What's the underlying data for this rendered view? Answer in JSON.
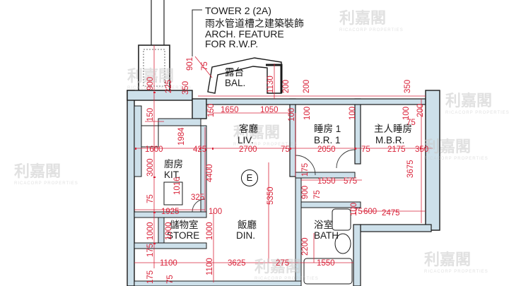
{
  "header": {
    "tower": "TOWER 2 (2A)",
    "note_zh": "雨水管道槽之建築裝飾",
    "note_en1": "ARCH. FEATURE",
    "note_en2": "FOR R.W.P."
  },
  "unit_label": "E",
  "rooms": [
    {
      "key": "balcony",
      "zh": "露台",
      "en": "BAL."
    },
    {
      "key": "living",
      "zh": "客廳",
      "en": "LIV."
    },
    {
      "key": "bedroom1",
      "zh": "睡房 1",
      "en": "B.R. 1"
    },
    {
      "key": "master_bedroom",
      "zh": "主人睡房",
      "en": "M.B.R."
    },
    {
      "key": "kitchen",
      "zh": "廚房",
      "en": "KIT."
    },
    {
      "key": "store",
      "zh": "儲物室",
      "en": "STORE"
    },
    {
      "key": "dining",
      "zh": "飯廳",
      "en": "DIN."
    },
    {
      "key": "bathroom",
      "zh": "浴室",
      "en": "BATH"
    }
  ],
  "dimensions": {
    "d900_left": "900",
    "d225_left": "225",
    "d350_left": "350",
    "d901": "901",
    "d75_top": "75",
    "d1130": "1130",
    "d200_a": "200",
    "d100_a": "100",
    "d200_b": "200",
    "d350_top": "350",
    "d150": "150",
    "d1650": "1650",
    "d1050": "1050",
    "d100_b": "100",
    "d100_c": "100",
    "d100_d": "100",
    "d200_c": "200",
    "d75_mbr": "75",
    "d1984": "1984",
    "d1600": "1600",
    "d425": "425",
    "d2700": "2700",
    "d75_a": "75",
    "d2050": "2050",
    "d75_b": "75",
    "d2175": "2175",
    "d350_r": "350",
    "d3000": "3000",
    "d4400": "4400",
    "d175_a": "175",
    "d3675": "3675",
    "d1016": "1016",
    "d325": "325",
    "d5350": "5350",
    "d1550_a": "1550",
    "d575": "575",
    "d900_b": "900",
    "d75_c": "75",
    "d75_d": "75",
    "d100_e": "100",
    "d75_e": "75",
    "d600": "600",
    "d2475": "2475",
    "d1925": "1925",
    "d100_f": "100",
    "d1000_a": "1000",
    "d1000_b": "1000",
    "d1000_c": "1000",
    "d2200": "2200",
    "d1100_a": "1100",
    "d1100_b": "1100",
    "d3625": "3625",
    "d275": "275",
    "d1550_b": "1550",
    "d175_b": "175",
    "d175_c": "175",
    "d75_f": "75"
  },
  "watermark": {
    "zh": "利嘉閣",
    "en": "RICACORP PROPERTIES"
  },
  "colors": {
    "wall": "#1a1a1a",
    "wall_fill": "#cde0ea",
    "dimension": "#d9253b",
    "door": "#333333"
  }
}
